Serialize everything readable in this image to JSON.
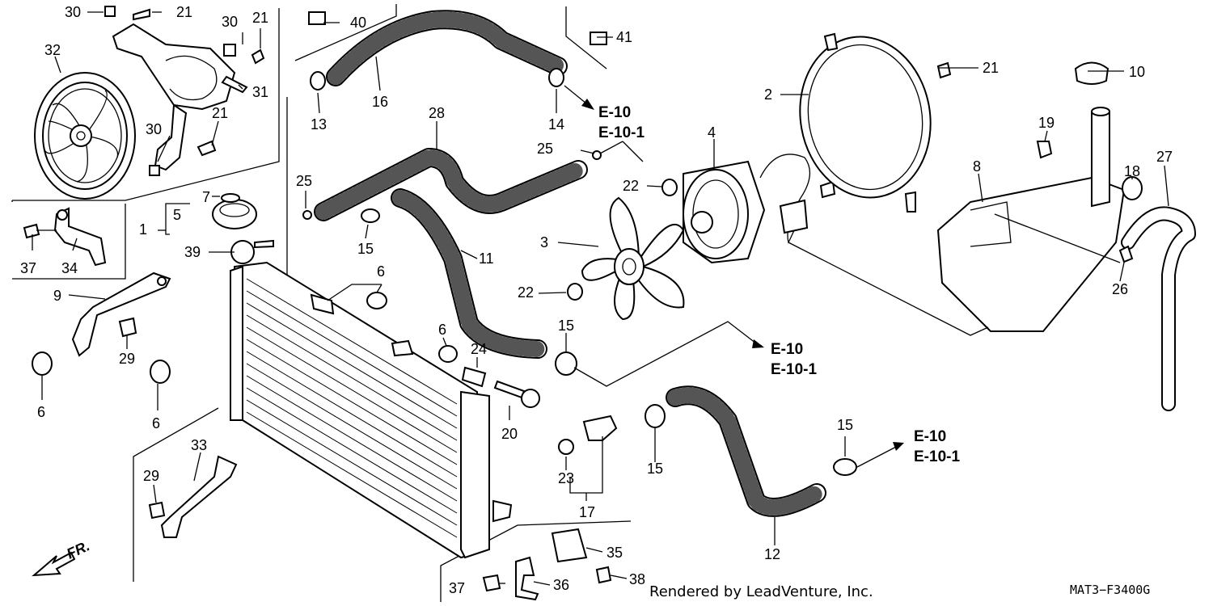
{
  "labels": {
    "p1": "1",
    "p2": "2",
    "p3": "3",
    "p4": "4",
    "p5": "5",
    "p6a": "6",
    "p6b": "6",
    "p6c": "6",
    "p6d": "6",
    "p7": "7",
    "p8": "8",
    "p9": "9",
    "p10": "10",
    "p11": "11",
    "p12": "12",
    "p13": "13",
    "p14": "14",
    "p15a": "15",
    "p15b": "15",
    "p15c": "15",
    "p15d": "15",
    "p16": "16",
    "p17": "17",
    "p18": "18",
    "p19": "19",
    "p20": "20",
    "p21a": "21",
    "p21b": "21",
    "p21c": "21",
    "p21d": "21",
    "p22a": "22",
    "p22b": "22",
    "p23": "23",
    "p24": "24",
    "p25a": "25",
    "p25b": "25",
    "p26": "26",
    "p27": "27",
    "p28": "28",
    "p29a": "29",
    "p29b": "29",
    "p30a": "30",
    "p30b": "30",
    "p30c": "30",
    "p31": "31",
    "p32": "32",
    "p33": "33",
    "p34": "34",
    "p35": "35",
    "p36": "36",
    "p37a": "37",
    "p37b": "37",
    "p38": "38",
    "p39": "39",
    "p40": "40",
    "p41": "41"
  },
  "refs": {
    "r1": "E-10",
    "r1b": "E-10-1",
    "r2": "E-10",
    "r2b": "E-10-1",
    "r3": "E-10",
    "r3b": "E-10-1"
  },
  "front_marker": "FR.",
  "credit": "Rendered by LeadVenture, Inc.",
  "diagram_code": "MAT3−F3400G"
}
